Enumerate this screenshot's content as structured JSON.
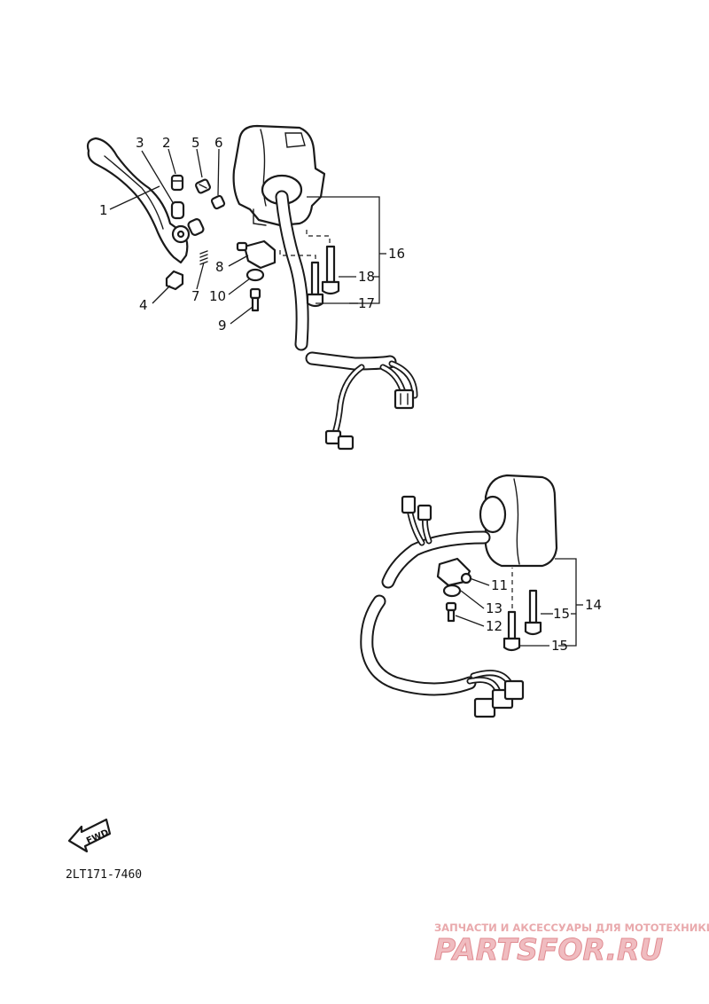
{
  "labels": {
    "p1": "1",
    "p2": "2",
    "p3": "3",
    "p4": "4",
    "p5": "5",
    "p6": "6",
    "p7": "7",
    "p8": "8",
    "p9": "9",
    "p10": "10",
    "p11": "11",
    "p12": "12",
    "p13": "13",
    "p14": "14",
    "p15a": "15",
    "p15b": "15",
    "p16": "16",
    "p17": "17",
    "p18": "18"
  },
  "fwd_label": "FWD",
  "diagram_code": "2LT171-7460",
  "watermark": {
    "tagline": "ЗАПЧАСТИ И АКСЕССУАРЫ ДЛЯ МОТОТЕХНИКИ",
    "logo": "PARTSFOR.RU"
  }
}
